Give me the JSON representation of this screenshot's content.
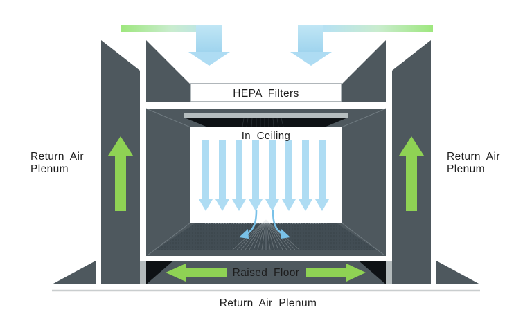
{
  "diagram": {
    "description": "Cleanroom airflow schematic",
    "labels": {
      "hepa": "HEPA Filters",
      "in_ceiling": "In Ceiling",
      "raised_floor": "Raised Floor",
      "bottom_plenum": "Return Air Plenum",
      "left_plenum": {
        "line1": "Return Air",
        "line2": "Plenum"
      },
      "right_plenum": {
        "line1": "Return Air",
        "line2": "Plenum"
      }
    },
    "airflow": {
      "ceiling_down_arrows": 8,
      "side_up_arrows": 2,
      "raised_floor_arrows": 2,
      "supply_inlet_arrows": 2,
      "floor_recirculation_curves": 2
    },
    "colors": {
      "background": "#ffffff",
      "text": "#1c1c1c",
      "wall-slate": "#4e585e",
      "floor-grate": "#424d54",
      "filter-black": "#0e1215",
      "frame-gray": "#b5bdbf",
      "strip-gray": "#b3babc",
      "supply-green": "#8fd254",
      "gradient-green": "#9ee77e",
      "gradient-pale": "#c9ecce",
      "gradient-blue": "#b6e1f3",
      "airflow-blue": "#aedcf3",
      "airflow-blue-deep": "#79c1e8",
      "edge-highlight": "#707b81",
      "base-line": "#c9cdce",
      "hepa-border": "#8f989c"
    }
  }
}
